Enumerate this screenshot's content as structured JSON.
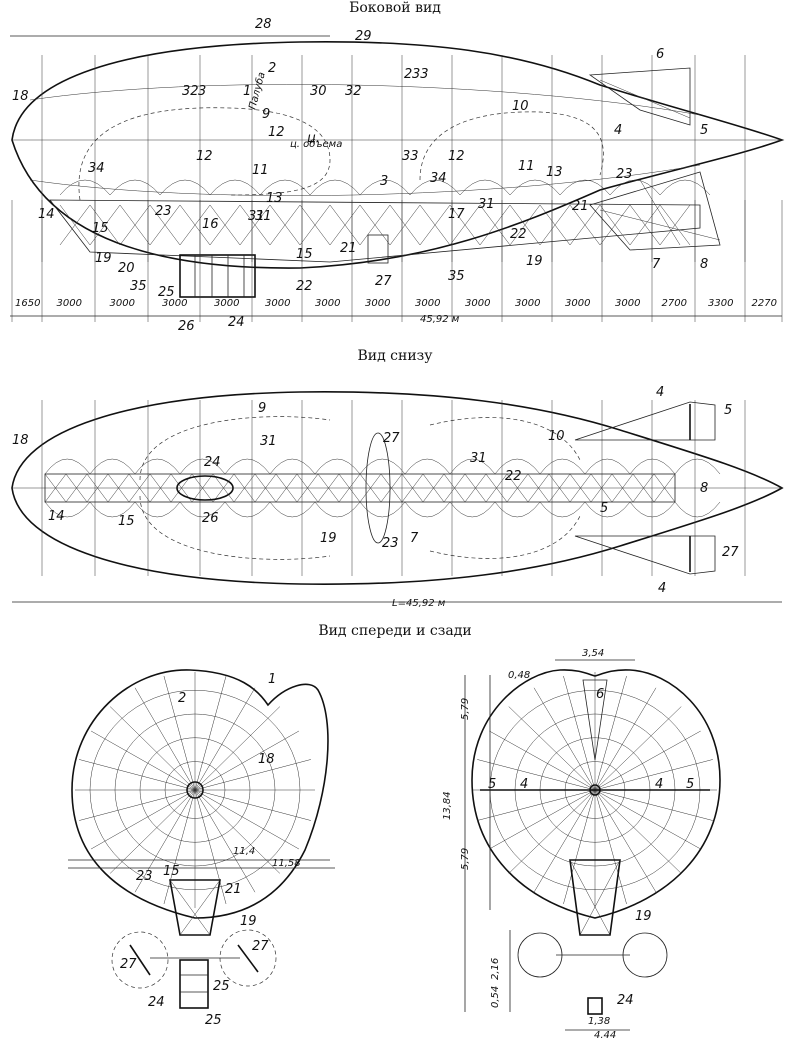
{
  "views": {
    "side": {
      "title": "Боковой вид",
      "total_length_label": "45,92 м",
      "station_dims": [
        "1650",
        "3000",
        "3000",
        "3000",
        "3000",
        "3000",
        "3000",
        "3000",
        "3000",
        "3000",
        "3000",
        "3000",
        "3000",
        "2700",
        "3300",
        "2270"
      ],
      "inline_labels": [
        "Палуба",
        "ц. объема"
      ],
      "callouts": [
        "28",
        "29",
        "2",
        "32",
        "33",
        "3",
        "1",
        "30",
        "32",
        "2",
        "6",
        "18",
        "9",
        "10",
        "4",
        "5",
        "12",
        "12",
        "ц.",
        "33",
        "12",
        "34",
        "11",
        "3",
        "11",
        "13",
        "23",
        "34",
        "14",
        "23",
        "13",
        "31",
        "17",
        "31",
        "21",
        "15",
        "16",
        "31",
        "21",
        "22",
        "19",
        "20",
        "35",
        "15",
        "22",
        "27",
        "35",
        "19",
        "7",
        "8",
        "25",
        "26",
        "24"
      ]
    },
    "bottom": {
      "title": "Вид снизу",
      "total_length_label": "L=45,92 м",
      "callouts": [
        "18",
        "9",
        "4",
        "5",
        "31",
        "27",
        "10",
        "24",
        "31",
        "22",
        "8",
        "14",
        "15",
        "26",
        "19",
        "23",
        "7",
        "5",
        "27",
        "4"
      ]
    },
    "front_rear": {
      "title": "Вид спереди и сзади",
      "front_callouts": [
        "1",
        "2",
        "18",
        "23",
        "15",
        "21",
        "19",
        "27",
        "27",
        "24",
        "25",
        "25"
      ],
      "front_dims": [
        "11,4",
        "11,58"
      ],
      "rear_callouts": [
        "6",
        "5",
        "4",
        "4",
        "5",
        "19",
        "24"
      ],
      "rear_dims": [
        "3,54",
        "0,48",
        "5,79",
        "13,84",
        "5,79",
        "2,16",
        "0,54",
        "1,38",
        "4,44"
      ]
    }
  }
}
